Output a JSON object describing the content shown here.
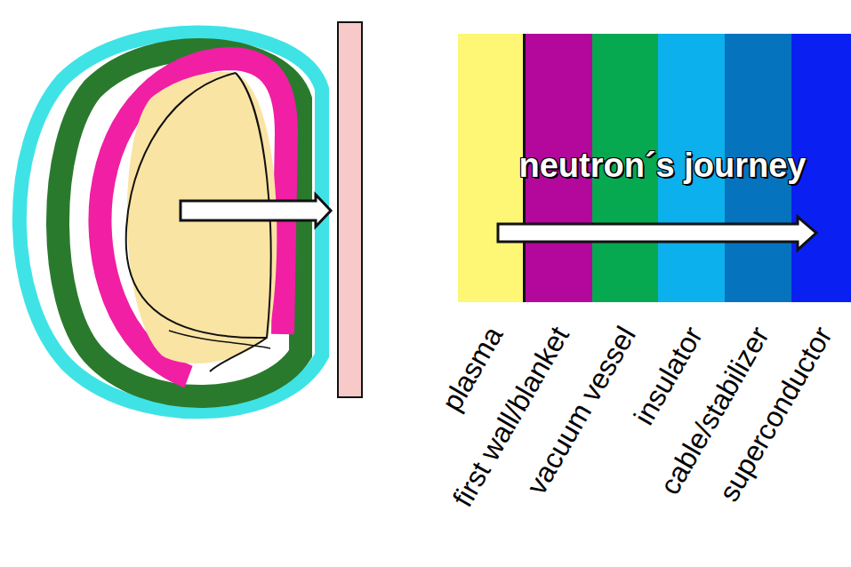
{
  "diagram": {
    "nodes": [
      {
        "text": [
          "plasma"
        ]
      },
      {
        "text": [
          "first wall/blanket"
        ]
      },
      {
        "text": [
          "vacuum vessel"
        ]
      },
      {
        "text": [
          "insulator"
        ]
      },
      {
        "text": [
          "cable/stabilizer"
        ]
      },
      {
        "text": [
          "superconductor"
        ]
      }
    ],
    "labels": [
      "neutron´s journey"
    ]
  }
}
